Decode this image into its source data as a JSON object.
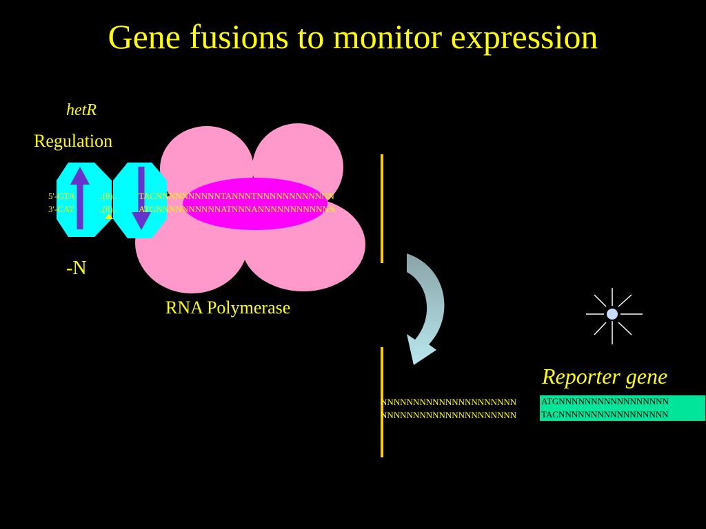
{
  "title": "Gene fusions to monitor expression",
  "labels": {
    "hetr": "hetR",
    "regulation": "Regulation",
    "minus_n": "-N",
    "rna_polymerase": "RNA Polymerase",
    "reporter_gene": "Reporter gene"
  },
  "sequences": {
    "promoter_top": "5'-GTA",
    "promoter_bottom": "3'-CAT",
    "spacer_top": "..(8)..",
    "spacer_bottom": "..(8)..",
    "tail_top": "TACNNNNNNNNNNTANNNTNNNNNNNNNNNN",
    "tail_bottom": "ATGNNNNNNNNNNATNNNANNNNNNNNNNNN",
    "fusion_top_left": "NNNNNNNNNNNNNNNNNNNNN",
    "fusion_top_right": "ATGNNNNNNNNNNNNNNNNN",
    "fusion_bottom_left": "NNNNNNNNNNNNNNNNNNNNN",
    "fusion_bottom_right": "TACNNNNNNNNNNNNNNNNN"
  },
  "colors": {
    "text": "#ffff00",
    "polymerase": "#ff99cc",
    "sigma": "#ff00ff",
    "hetr_protein": "#00ffff",
    "arrow": "#6633cc",
    "reporter_box": "#00e59a",
    "bracket": "#ffcc00"
  }
}
